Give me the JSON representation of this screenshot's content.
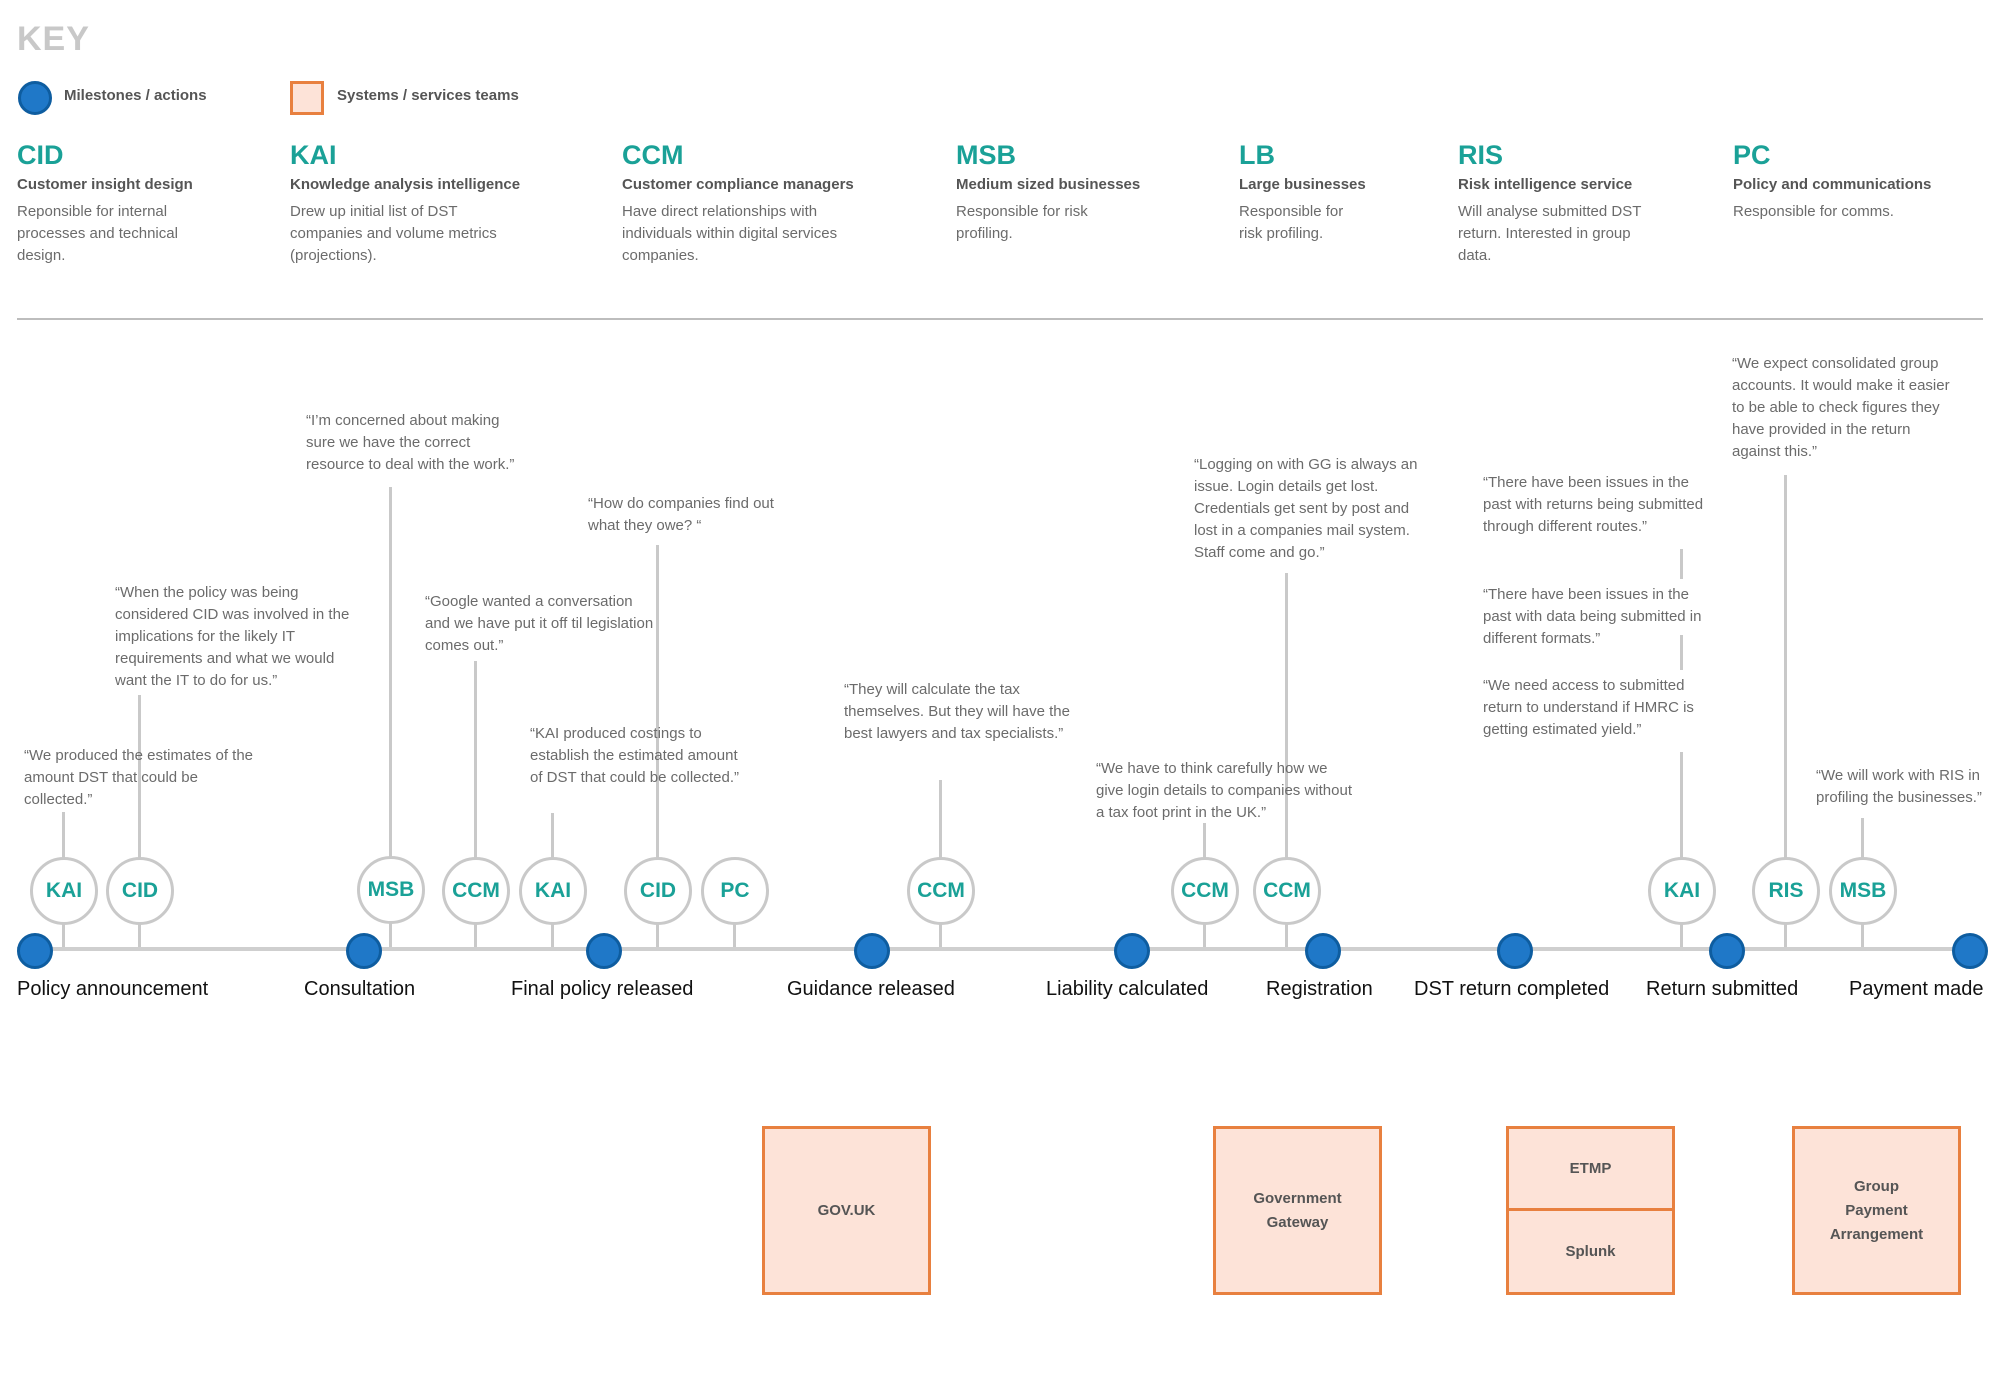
{
  "key": {
    "title": "KEY",
    "milestones_label": "Milestones / actions",
    "systems_label": "Systems / services teams"
  },
  "teams": [
    {
      "abbr": "CID",
      "full": "Customer insight design",
      "desc": "Reponsible for internal processes and technical design."
    },
    {
      "abbr": "KAI",
      "full": "Knowledge analysis intelligence",
      "desc": "Drew up initial list of DST companies and volume metrics (projections)."
    },
    {
      "abbr": "CCM",
      "full": "Customer compliance managers",
      "desc": "Have direct relationships with individuals within digital services companies."
    },
    {
      "abbr": "MSB",
      "full": "Medium sized businesses",
      "desc": "Responsible for risk profiling."
    },
    {
      "abbr": "LB",
      "full": "Large businesses",
      "desc": "Responsible for risk profiling."
    },
    {
      "abbr": "RIS",
      "full": "Risk intelligence service",
      "desc": "Will analyse submitted DST return. Interested in group data."
    },
    {
      "abbr": "PC",
      "full": "Policy and communications",
      "desc": "Responsible for comms."
    }
  ],
  "milestones": [
    "Policy announcement",
    "Consultation",
    "Final policy released",
    "Guidance released",
    "Liability calculated",
    "Registration",
    "DST return completed",
    "Return submitted",
    "Payment made"
  ],
  "bubbles": [
    "KAI",
    "CID",
    "MSB",
    "CCM",
    "KAI",
    "CID",
    "PC",
    "CCM",
    "CCM",
    "CCM",
    "KAI",
    "RIS",
    "MSB"
  ],
  "quotes": [
    "“We produced the estimates of the amount DST that could be collected.”",
    "“When the policy was being considered CID was involved in the implications for the likely IT requirements and what we would want the IT to do for us.”",
    "“I’m concerned about making sure we have the correct resource to deal with the work.”",
    "“Google wanted a conversation and we have put it off til legislation comes out.”",
    "“KAI produced costings to establish the estimated amount of DST that could be collected.”",
    "“How do companies find out what they owe? “",
    "“They will calculate the tax themselves. But they will have the best lawyers and tax specialists.”",
    "“We have to think carefully how we give login details to companies without a tax foot print in the UK.”",
    "“Logging on with GG is always an issue. Login details get lost. Credentials get sent by post and lost in a companies mail system. Staff come and go.”",
    "“There have been issues in the past with returns being submitted through different routes.”",
    "“There have been issues in the past with data being submitted in different formats.”",
    "“We need access to submitted return to understand if HMRC is getting estimated yield.”",
    "“We expect consolidated group accounts. It would make it easier to be able to check figures they have provided in the return against this.”",
    "“We will work with RIS in profiling the businesses.”"
  ],
  "systems": {
    "govuk": "GOV.UK",
    "gg": "Government Gateway",
    "etmp": "ETMP",
    "splunk": "Splunk",
    "gpa": "Group Payment Arrangement"
  }
}
